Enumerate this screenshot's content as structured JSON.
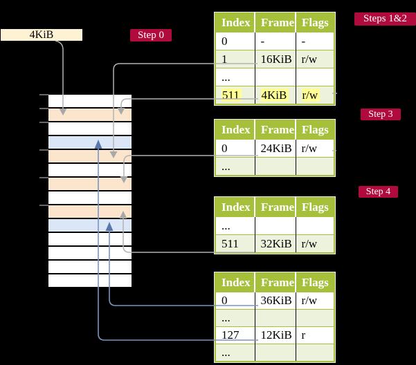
{
  "labels": {
    "box_4kib": "4KiB"
  },
  "badges": {
    "step0": "Step 0",
    "steps12": "Steps 1&2",
    "step3": "Step 3",
    "step4": "Step 4"
  },
  "tables": [
    {
      "name": "root-page-table",
      "headers": [
        "Index",
        "Frame",
        "Flags"
      ],
      "rows": [
        {
          "cells": [
            "0",
            "-",
            "-"
          ]
        },
        {
          "cells": [
            "1",
            "16KiB",
            "r/w"
          ]
        },
        {
          "cells": [
            "...",
            "",
            ""
          ]
        },
        {
          "cells": [
            "511",
            "4KiB",
            "r/w"
          ],
          "highlighted": true
        }
      ]
    },
    {
      "name": "level2-page-table",
      "headers": [
        "Index",
        "Frame",
        "Flags"
      ],
      "rows": [
        {
          "cells": [
            "0",
            "24KiB",
            "r/w"
          ]
        },
        {
          "cells": [
            "...",
            "",
            ""
          ]
        }
      ]
    },
    {
      "name": "level3-page-table",
      "headers": [
        "Index",
        "Frame",
        "Flags"
      ],
      "rows": [
        {
          "cells": [
            "...",
            "",
            ""
          ]
        },
        {
          "cells": [
            "511",
            "32KiB",
            "r/w"
          ]
        }
      ]
    },
    {
      "name": "level4-page-table",
      "headers": [
        "Index",
        "Frame",
        "Flags"
      ],
      "rows": [
        {
          "cells": [
            "0",
            "36KiB",
            "r/w"
          ]
        },
        {
          "cells": [
            "...",
            "",
            ""
          ]
        },
        {
          "cells": [
            "127",
            "12KiB",
            "r"
          ]
        },
        {
          "cells": [
            "...",
            "",
            ""
          ]
        }
      ]
    }
  ],
  "memory": {
    "rows": [
      "white",
      "peach",
      "white",
      "blue",
      "peach",
      "white",
      "peach",
      "white",
      "peach",
      "blue",
      "white",
      "white",
      "white",
      "white"
    ]
  },
  "colors": {
    "background": "#000000",
    "box_fill": "#fdf3d4",
    "badge_red": "#b00b3c",
    "badge_text": "#ffffff",
    "table_header_green": "#a6c03c",
    "table_row_shade": "#edf2dc",
    "highlight_yellow": "#ffff94",
    "white": "#ffffff",
    "peach": "#fce5cd",
    "blue": "#dbe7f6",
    "connector_gray": "#b3b3b3",
    "connector_blue": "#7b94c4",
    "arrow_blue": "#5878ac"
  }
}
